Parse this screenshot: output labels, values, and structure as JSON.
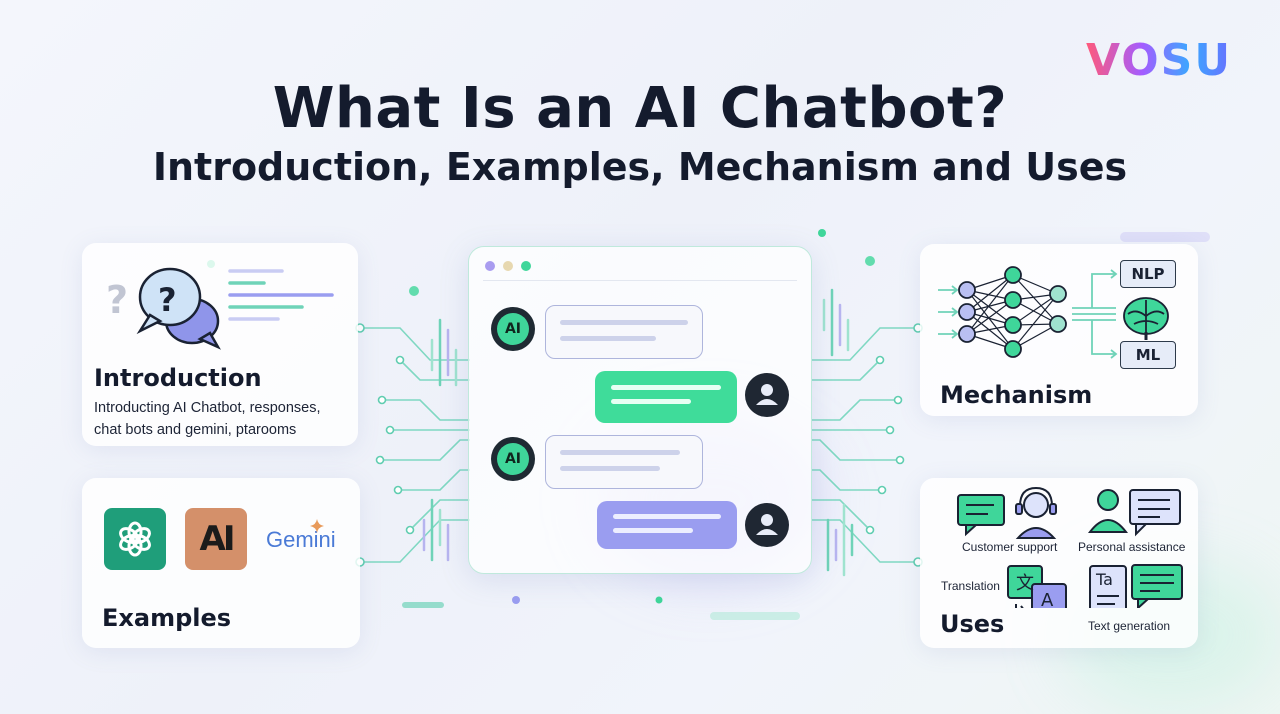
{
  "logo": {
    "text": "VOSU"
  },
  "title": "What Is an AI Chatbot?",
  "subtitle": "Introduction, Examples, Mechanism and Uses",
  "introduction": {
    "title": "Introduction",
    "description_line1": "Introducting AI Chatbot, responses,",
    "description_line2": "chat bots and gemini, ptarooms"
  },
  "examples": {
    "title": "Examples",
    "brands": [
      "ChatGPT logo",
      "Anthropic logo",
      "Gemini"
    ],
    "anthropic_text": "AI",
    "gemini_text": "Gemini"
  },
  "chat": {
    "ai_label": "AI"
  },
  "mechanism": {
    "title": "Mechanism",
    "nlp_label": "NLP",
    "ml_label": "ML"
  },
  "uses": {
    "title": "Uses",
    "customer_support": "Customer support",
    "personal_assistance": "Personal assistance",
    "translation": "Translation",
    "translation_glyph_src": "文",
    "translation_glyph_dst": "A",
    "text_generation": "Text generation",
    "text_gen_glyph": "Ta"
  },
  "colors": {
    "accent_green": "#3fd69a",
    "accent_purple": "#9a9df0",
    "dark": "#141b2d",
    "circuit": "#6fd3b8"
  }
}
